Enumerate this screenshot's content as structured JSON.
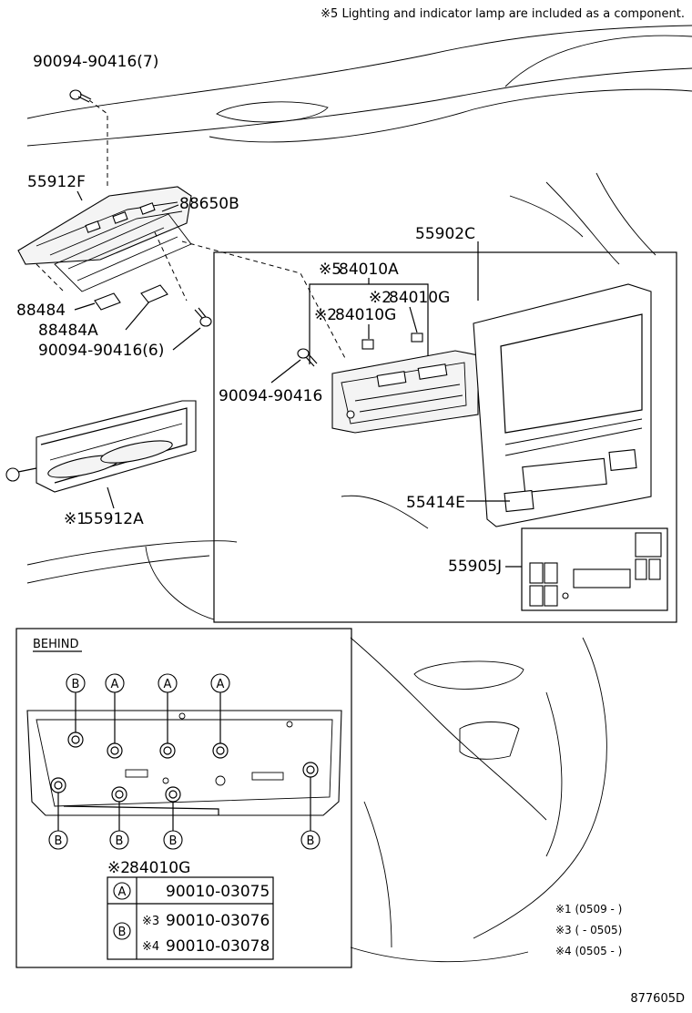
{
  "note": "※5 Lighting and indicator lamp are included as a component.",
  "labels": {
    "screw_top": "90094-90416(7)",
    "part_55912F": "55912F",
    "part_88650B": "88650B",
    "part_55902C": "55902C",
    "part_84010A": "84010A",
    "mark_84010A": "※5",
    "part_84010G_a": "84010G",
    "mark_84010G_a": "※2",
    "part_84010G_b": "84010G",
    "mark_84010G_b": "※2",
    "part_88484": "88484",
    "part_88484A": "88484A",
    "screw_6": "90094-90416(6)",
    "screw_mid": "90094-90416",
    "part_55912A": "55912A",
    "mark_55912A": "※1",
    "part_55414E": "55414E",
    "part_55905J": "55905J"
  },
  "behind": {
    "title": "BEHIND",
    "callout_a": "A",
    "callout_b": "B",
    "part_mark": "※2",
    "part": "84010G",
    "table": {
      "row_a": {
        "key": "A",
        "value": "90010-03075"
      },
      "row_b1": {
        "key": "B",
        "mark": "※3",
        "value": "90010-03076"
      },
      "row_b2": {
        "mark": "※4",
        "value": "90010-03078"
      }
    }
  },
  "legend": {
    "item1": "※1 (0509 -        )",
    "item3": "※3 (         - 0505)",
    "item4": "※4 (0505 -        )"
  },
  "diagram_id": "877605D"
}
